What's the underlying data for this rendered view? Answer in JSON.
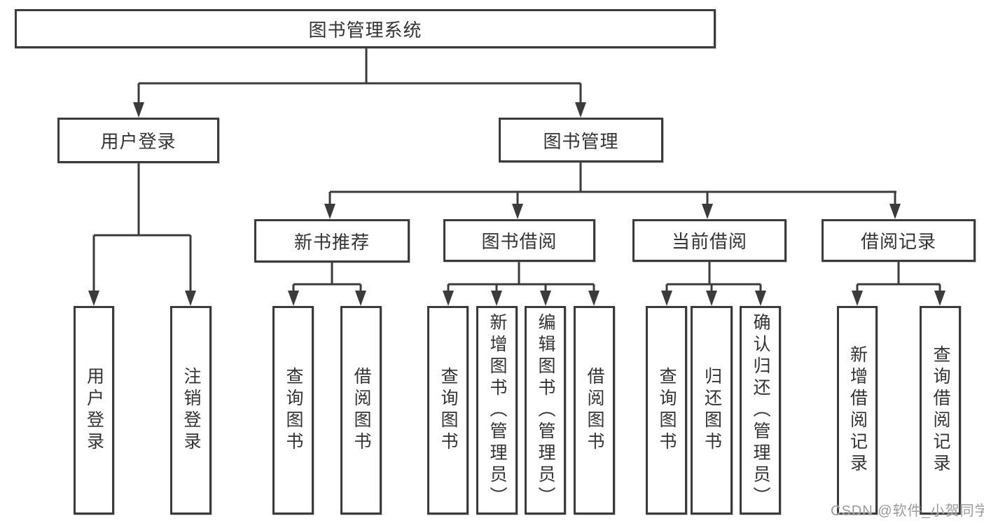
{
  "colors": {
    "line": "#3b3b3b",
    "text": "#333333",
    "background": "#ffffff",
    "watermark_text_color": "#9a9a9a"
  },
  "watermark": {
    "text": "CSDN @软件_小贺同学"
  },
  "tree": {
    "root": {
      "label": "图书管理系统"
    },
    "login": {
      "label": "用户登录",
      "children": [
        {
          "label": "用户登录"
        },
        {
          "label": "注销登录"
        }
      ]
    },
    "management": {
      "label": "图书管理",
      "modules": [
        {
          "label": "新书推荐",
          "children": [
            {
              "label": "查询图书"
            },
            {
              "label": "借阅图书"
            }
          ]
        },
        {
          "label": "图书借阅",
          "children": [
            {
              "label": "查询图书"
            },
            {
              "label": "新增图书（管理员）"
            },
            {
              "label": "编辑图书（管理员）"
            },
            {
              "label": "借阅图书"
            }
          ]
        },
        {
          "label": "当前借阅",
          "children": [
            {
              "label": "查询图书"
            },
            {
              "label": "归还图书"
            },
            {
              "label": "确认归还（管理员）"
            }
          ]
        },
        {
          "label": "借阅记录",
          "children": [
            {
              "label": "新增借阅记录"
            },
            {
              "label": "查询借阅记录"
            }
          ]
        }
      ]
    }
  }
}
